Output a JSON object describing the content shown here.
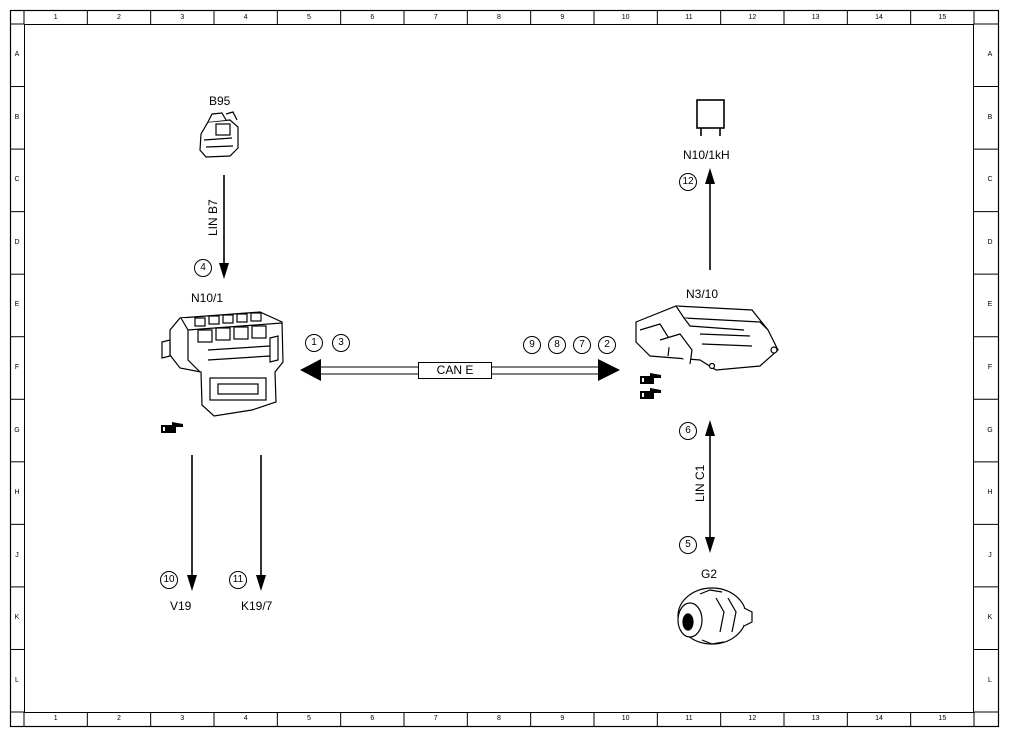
{
  "grid": {
    "columns": [
      "1",
      "2",
      "3",
      "4",
      "5",
      "6",
      "7",
      "8",
      "9",
      "10",
      "11",
      "12",
      "13",
      "14",
      "15"
    ],
    "rows": [
      "A",
      "B",
      "C",
      "D",
      "E",
      "F",
      "G",
      "H",
      "J",
      "K",
      "L"
    ]
  },
  "components": {
    "b95": {
      "label": "B95"
    },
    "n10_1": {
      "label": "N10/1"
    },
    "n10_1kh": {
      "label": "N10/1kH"
    },
    "n3_10": {
      "label": "N3/10"
    },
    "g2": {
      "label": "G2"
    },
    "v19": {
      "label": "V19"
    },
    "k19_7": {
      "label": "K19/7"
    }
  },
  "buses": {
    "can_e": "CAN E",
    "lin_b7": "LIN B7",
    "lin_c1": "LIN C1"
  },
  "callouts": {
    "c1": "1",
    "c2": "2",
    "c3": "3",
    "c4": "4",
    "c5": "5",
    "c6": "6",
    "c7": "7",
    "c8": "8",
    "c9": "9",
    "c10": "10",
    "c11": "11",
    "c12": "12"
  },
  "icons": [
    "note-hand-icon"
  ]
}
